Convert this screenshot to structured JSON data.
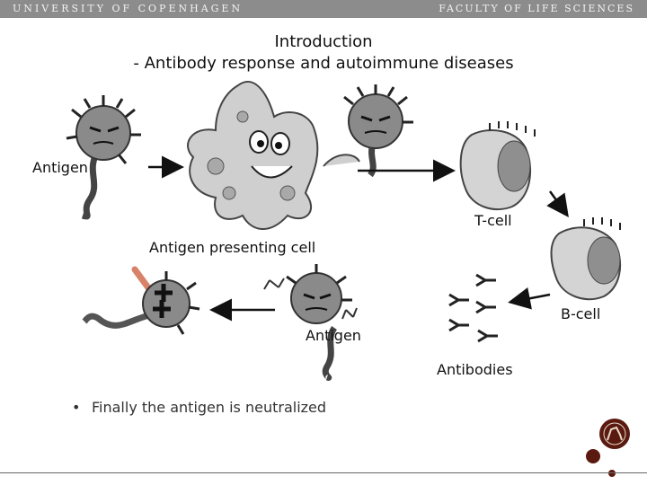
{
  "header": {
    "university": "UNIVERSITY OF COPENHAGEN",
    "faculty": "FACULTY OF LIFE SCIENCES"
  },
  "title": {
    "line1": "Introduction",
    "line2": "- Antibody response and autoimmune diseases"
  },
  "labels": {
    "antigen_left": "Antigen",
    "t_cell": "T-cell",
    "apc": "Antigen presenting cell",
    "b_cell": "B-cell",
    "antigen_mid": "Antigen",
    "antibodies": "Antibodies"
  },
  "bullets": [
    "Finally the antigen is neutralized"
  ],
  "colors": {
    "header_bg": "#8c8c8c",
    "logo": "#5a1a10"
  }
}
